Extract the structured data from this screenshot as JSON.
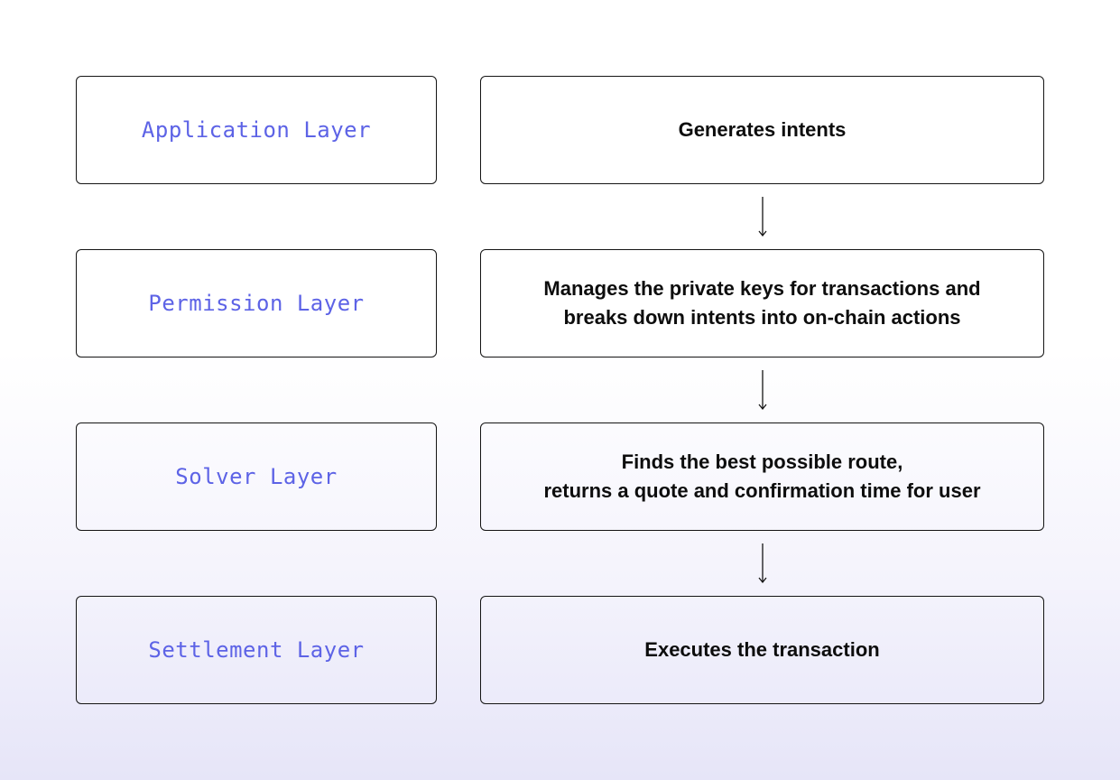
{
  "layers": [
    {
      "name": "Application Layer",
      "description": "Generates intents"
    },
    {
      "name": "Permission Layer",
      "description": "Manages the private keys for transactions and\nbreaks down intents into on-chain actions"
    },
    {
      "name": "Solver Layer",
      "description": "Finds the best possible route,\nreturns a quote and confirmation time for user"
    },
    {
      "name": "Settlement Layer",
      "description": "Executes the transaction"
    }
  ],
  "colors": {
    "layer_name": "#5d63e6",
    "text": "#0d0d0d",
    "border": "#141414"
  },
  "icons": {
    "flow_arrow": "arrow-down-icon"
  }
}
